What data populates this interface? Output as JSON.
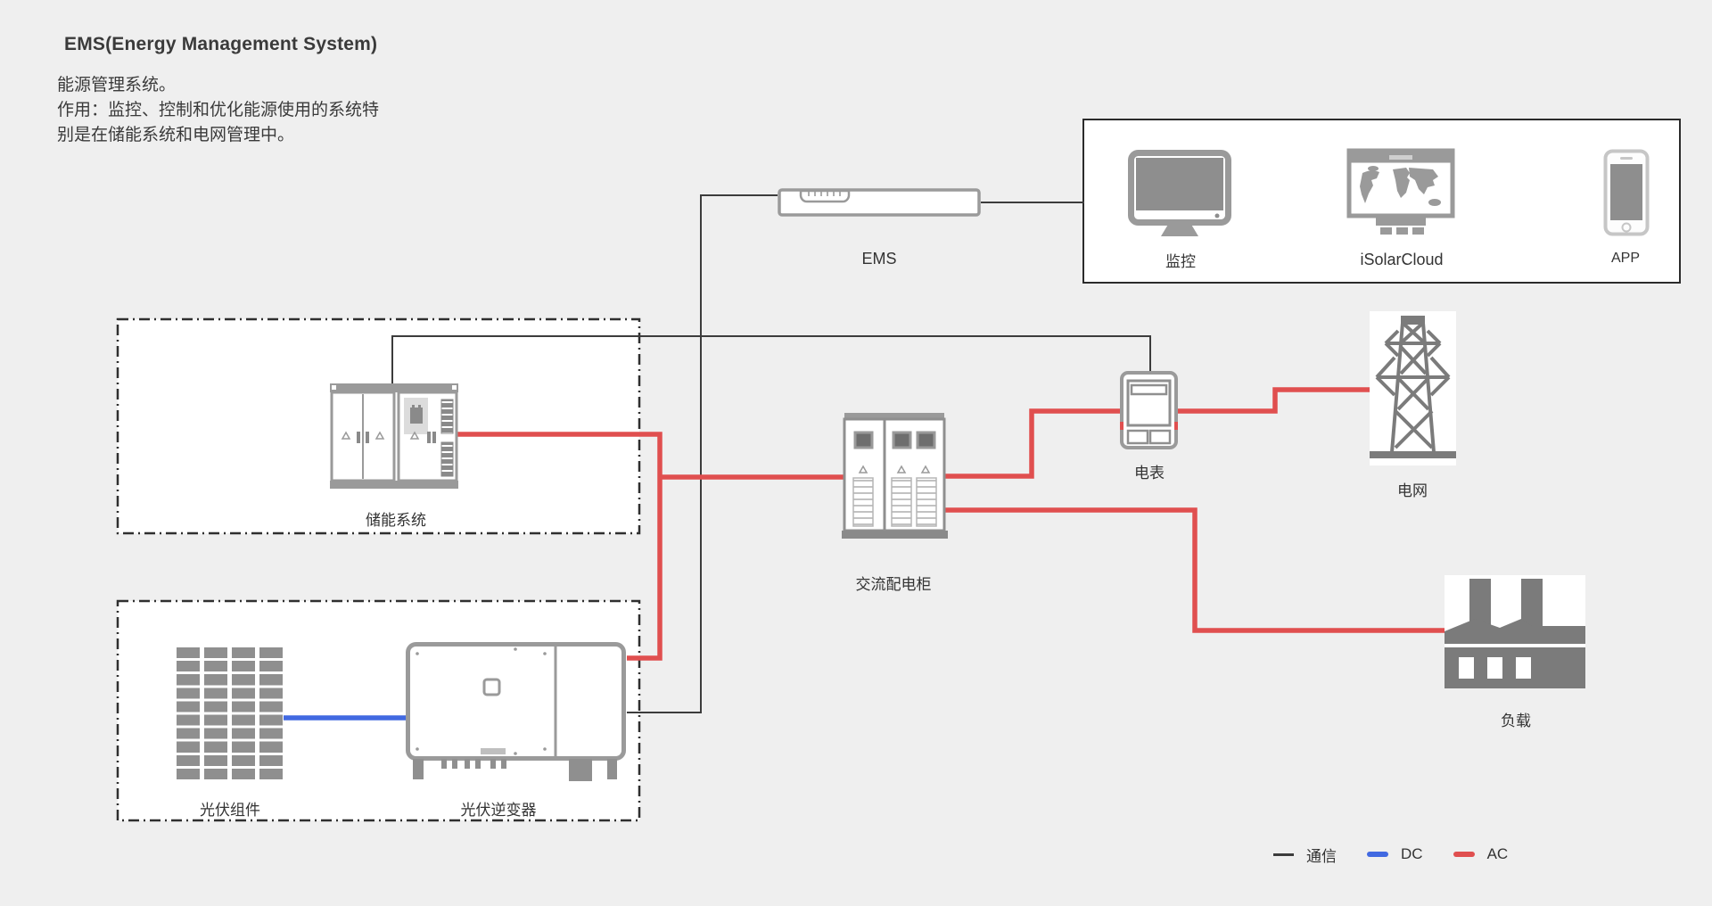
{
  "header": {
    "title": "EMS(Energy Management System)",
    "description": [
      "能源管理系统。",
      "作用：监控、控制和优化能源使用的系统特",
      "别是在储能系统和电网管理中。"
    ]
  },
  "cloud_panel": {
    "monitor_label": "监控",
    "isolarcloud_label": "iSolarCloud",
    "app_label": "APP"
  },
  "nodes": {
    "ems": "EMS",
    "storage": "储能系统",
    "pv_module": "光伏组件",
    "pv_inverter": "光伏逆变器",
    "ac_cabinet": "交流配电柜",
    "meter": "电表",
    "grid": "电网",
    "load": "负载"
  },
  "legend": {
    "items": [
      {
        "label": "通信",
        "color": "#3c3c3c",
        "type": "communication"
      },
      {
        "label": "DC",
        "color": "#4169e1",
        "type": "dc-power"
      },
      {
        "label": "AC",
        "color": "#e04f4f",
        "type": "ac-power"
      }
    ]
  },
  "colors": {
    "background": "#efefef",
    "comm_line": "#3c3c3c",
    "dc_line": "#4169e1",
    "ac_line": "#e04f4f",
    "icon_gray": "#9a9a9a",
    "box_fill": "#ffffff"
  }
}
